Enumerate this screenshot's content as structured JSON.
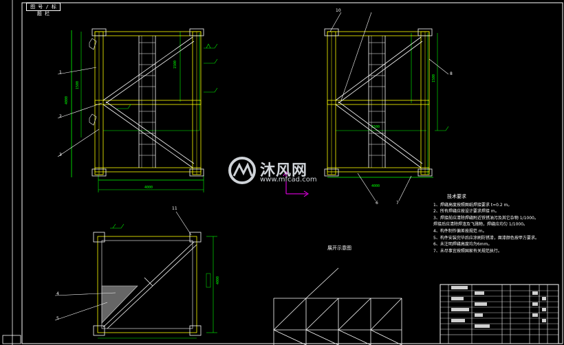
{
  "title_block": {
    "drawing_label": "图 号 / 标 题 栏"
  },
  "watermark": {
    "brand": "沐风网",
    "url": "www.mfcad.com"
  },
  "notes": {
    "title": "技术要求",
    "lines": [
      "1、焊缝高度按照图纸焊接要求 t=0.2 m。",
      "2、所有焊缝应按设计要求焊接 m。",
      "3、焊接前应清除焊缝附近铁锈油污及其它杂物 1/1000。",
      "   焊接后应清除焊渣及飞溅物，焊缝应均匀 1/1000。",
      "4、构件制作偏差按规范 m。",
      "5、构件安装完毕后应涂刷防锈漆，面漆颜色按甲方要求。",
      "6、未注明焊缝高度均为6mm。",
      "7、未尽事宜按照国家有关规范执行。"
    ]
  },
  "labels": {
    "expand_view": "展开示意图",
    "callouts": [
      "1",
      "2",
      "3",
      "4",
      "5",
      "6",
      "7",
      "8",
      "10",
      "11"
    ]
  },
  "colors": {
    "frame": "#ffffff",
    "section": "#ffff00",
    "dimension": "#00ff00",
    "accent": "#ff00ff",
    "hatch": "#d9d9d9"
  }
}
